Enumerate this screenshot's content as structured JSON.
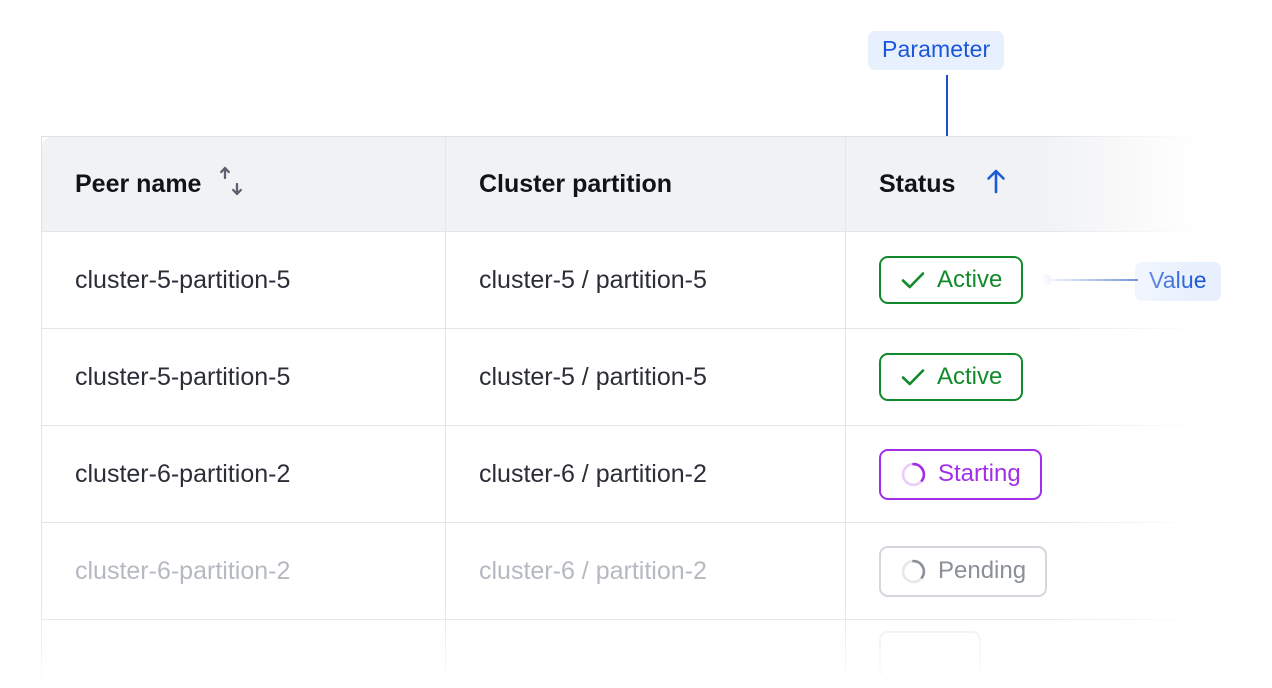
{
  "annotations": [
    {
      "id": "parameter",
      "label": "Parameter",
      "color": "#1a56db",
      "background": "#e8f0fe"
    },
    {
      "id": "value",
      "label": "Value",
      "color": "#1a56db",
      "background": "#e8f0fe"
    }
  ],
  "table": {
    "columns": [
      {
        "key": "peer_name",
        "label": "Peer name",
        "sort_icon": "sort-both-icon",
        "sort_state": "none"
      },
      {
        "key": "cluster_partition",
        "label": "Cluster partition",
        "sort_icon": "",
        "sort_state": "none"
      },
      {
        "key": "status",
        "label": "Status",
        "sort_icon": "arrow-up-icon",
        "sort_state": "ascending"
      }
    ],
    "rows": [
      {
        "peer_name": "cluster-5-partition-5",
        "cluster_partition": "cluster-5 / partition-5",
        "status": {
          "label": "Active",
          "variant": "active",
          "icon": "check-icon"
        },
        "muted": false
      },
      {
        "peer_name": "cluster-5-partition-5",
        "cluster_partition": "cluster-5 / partition-5",
        "status": {
          "label": "Active",
          "variant": "active",
          "icon": "check-icon"
        },
        "muted": false
      },
      {
        "peer_name": "cluster-6-partition-2",
        "cluster_partition": "cluster-6 / partition-2",
        "status": {
          "label": "Starting",
          "variant": "starting",
          "icon": "spinner-icon"
        },
        "muted": false
      },
      {
        "peer_name": "cluster-6-partition-2",
        "cluster_partition": "cluster-6 / partition-2",
        "status": {
          "label": "Pending",
          "variant": "pending",
          "icon": "spinner-icon"
        },
        "muted": true
      },
      {
        "peer_name": "",
        "cluster_partition": "",
        "status": {
          "label": "",
          "variant": "ghost",
          "icon": ""
        },
        "muted": true
      }
    ]
  },
  "colors": {
    "accent_blue": "#1a4fc4",
    "status_active": "#128a2b",
    "status_starting": "#a22ee8",
    "status_pending": "#8b9097",
    "header_background": "#f1f2f4",
    "border": "#e3e5e8",
    "text": "#2b2e36",
    "text_muted": "#b5b9c0"
  }
}
